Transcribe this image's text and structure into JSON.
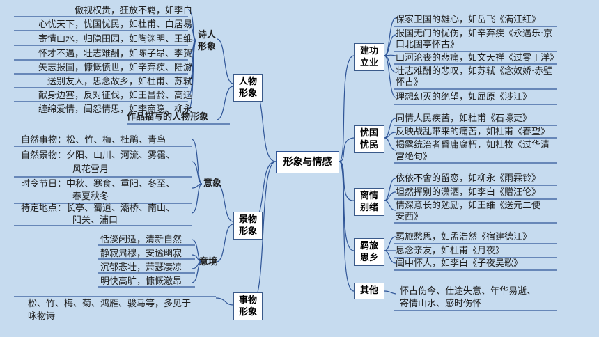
{
  "center": "形象与情感",
  "people": {
    "label_l1": "人物",
    "label_l2": "形象",
    "poet_l1": "诗人",
    "poet_l2": "形象",
    "poet_items": [
      "傲视权贵，狂放不羁，如李白",
      "心忧天下，忧国忧民，如杜甫、白居易",
      "寄情山水，归隐田园，如陶渊明、王维",
      "怀才不遇，壮志难酬，如陈子昂、李贺",
      "矢志报国，慷慨愤世，如辛弃疾、陆游",
      "送别友人，思念故乡，如杜甫、苏轼",
      "献身边塞，反对征伐，如王昌龄、高适",
      "缠绵爱情，闺怨情思，如李商隐、柳永"
    ],
    "work_people": "作品描写的人物形象"
  },
  "scene": {
    "label_l1": "景物",
    "label_l2": "形象",
    "imagery_label": "意象",
    "imagery_items": [
      "自然事物：松、竹、梅、杜鹃、青鸟",
      "自然景物：夕阳、山川、河流、雾霭、",
      "风花雪月",
      "时令节日：中秋、寒食、重阳、冬至、",
      "春夏秋冬",
      "特定地点：长亭、蜀道、灞桥、南山、",
      "阳关、浦口"
    ],
    "mood_label": "意境",
    "mood_items": [
      "恬淡闲适，清新自然",
      "静寂肃穆，安谧幽寂",
      "沉郁悲壮，萧瑟凄凉",
      "明快高旷，慷慨激昂"
    ]
  },
  "things": {
    "label_l1": "事物",
    "label_l2": "形象",
    "text_l1": "松、竹、梅、菊、鸿雁、骏马等，多见于",
    "text_l2": "咏物诗"
  },
  "merit": {
    "label_l1": "建功",
    "label_l2": "立业",
    "items": [
      "保家卫国的雄心，如岳飞《满江红》",
      "报国无门的忧伤，如辛弃疾《永遇乐·京",
      "口北固亭怀古》",
      "山河沦丧的悲痛，如文天祥《过零丁洋》",
      "壮志难酬的悲叹，如苏轼《念奴娇·赤壁",
      "怀古》",
      "理想幻灭的绝望，如屈原《涉江》"
    ]
  },
  "worry": {
    "label_l1": "忧国",
    "label_l2": "忧民",
    "items": [
      "同情人民疾苦，如杜甫《石壕吏》",
      "反映战乱带来的痛苦，如杜甫《春望》",
      "揭露统治者昏庸腐朽，如杜牧《过华清",
      "宫绝句》"
    ]
  },
  "parting": {
    "label_l1": "离情",
    "label_l2": "别绪",
    "items": [
      "依依不舍的留恋，如柳永《雨霖铃》",
      "坦然挥别的潇洒，如李白《赠汪伦》",
      "情深意长的勉励，如王维《送元二使",
      "安西》"
    ]
  },
  "homesick": {
    "label_l1": "羁旅",
    "label_l2": "思乡",
    "items": [
      "羁旅愁思，如孟浩然《宿建德江》",
      "思念亲友，如杜甫《月夜》",
      "闺中怀人，如李白《子夜吴歌》"
    ]
  },
  "other": {
    "label": "其他",
    "text_l1": "怀古伤今、仕途失意、年华易逝、",
    "text_l2": "寄情山水、感时伤怀"
  }
}
